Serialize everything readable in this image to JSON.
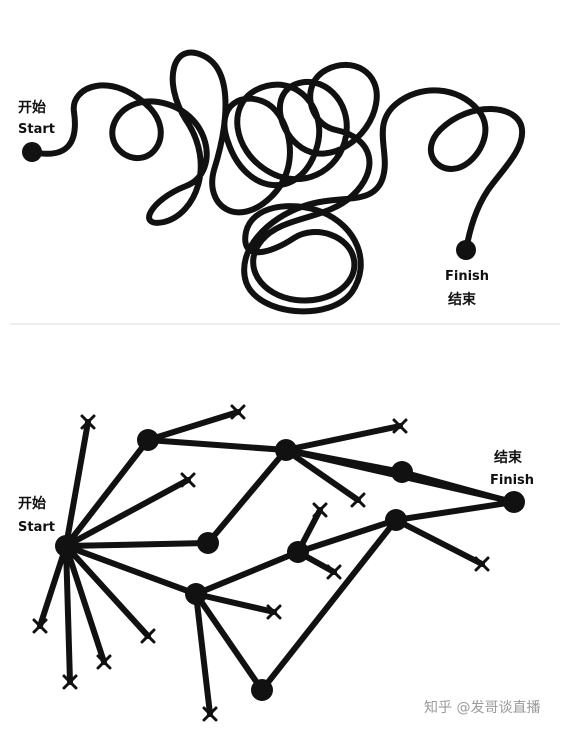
{
  "top_diagram": {
    "start_label_cn": "开始",
    "start_label_en": "Start",
    "finish_label_en": "Finish",
    "finish_label_cn": "结束"
  },
  "bottom_diagram": {
    "start_label_cn": "开始",
    "start_label_en": "Start",
    "finish_label_cn": "结束",
    "finish_label_en": "Finish"
  },
  "watermark": "知乎 @发哥谈直播",
  "colors": {
    "ink": "#111111",
    "divider": "#dddddd",
    "watermark": "#9a9a9a"
  }
}
